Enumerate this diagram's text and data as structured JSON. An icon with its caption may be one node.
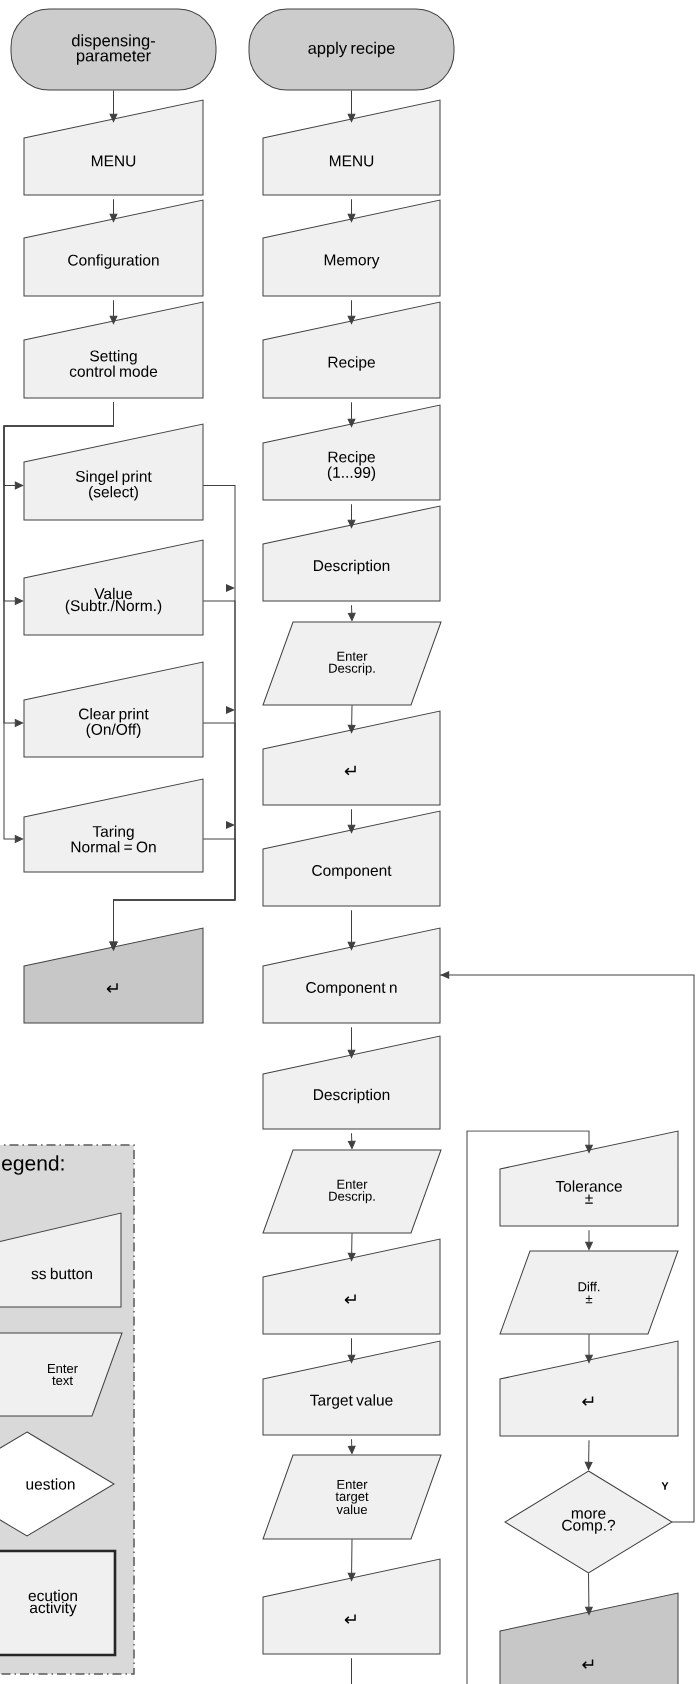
{
  "diagram": {
    "nodes": [
      {
        "text": [
          "dispensing-parameter"
        ]
      },
      {
        "text": [
          "MENU"
        ]
      },
      {
        "text": [
          "Configuration"
        ]
      },
      {
        "text": [
          "Setting control mode"
        ]
      },
      {
        "text": [
          "Singel print (select)"
        ]
      },
      {
        "text": [
          "Value (Subtr./Norm.)"
        ]
      },
      {
        "text": [
          "Clear print (On/Off)"
        ]
      },
      {
        "text": [
          "Taring Normal = On"
        ]
      },
      {
        "text": [
          "↵"
        ]
      },
      {
        "text": [
          "apply recipe"
        ]
      },
      {
        "text": [
          "MENU"
        ]
      },
      {
        "text": [
          "Memory"
        ]
      },
      {
        "text": [
          "Recipe"
        ]
      },
      {
        "text": [
          "Recipe (1...99)"
        ]
      },
      {
        "text": [
          "Description"
        ]
      },
      {
        "text": [
          "Enter Descrip."
        ]
      },
      {
        "text": [
          "↵"
        ]
      },
      {
        "text": [
          "Component"
        ]
      },
      {
        "text": [
          "Component n"
        ]
      },
      {
        "text": [
          "Description"
        ]
      },
      {
        "text": [
          "Enter Descrip."
        ]
      },
      {
        "text": [
          "↵"
        ]
      },
      {
        "text": [
          "Target value"
        ]
      },
      {
        "text": [
          "Enter target value"
        ]
      },
      {
        "text": [
          "↵"
        ]
      },
      {
        "text": [
          "Tolerance ±"
        ]
      },
      {
        "text": [
          "Diff. ±"
        ]
      },
      {
        "text": [
          "↵"
        ]
      },
      {
        "text": [
          "more Comp.?"
        ]
      },
      {
        "text": [
          "↵"
        ]
      },
      {
        "text": [
          "egend:"
        ]
      },
      {
        "text": [
          "ss button"
        ],
        "in": 30
      },
      {
        "text": [
          "Enter text"
        ],
        "in": 30
      },
      {
        "text": [
          "uestion"
        ],
        "in": 30
      },
      {
        "text": [
          "ecution activity"
        ],
        "in": 30
      }
    ],
    "edges": [
      {
        "from": 0,
        "to": 1,
        "arrow": "to"
      },
      {
        "from": 1,
        "to": 2,
        "arrow": "to"
      },
      {
        "from": 2,
        "to": 3,
        "arrow": "to"
      },
      {
        "from": 3,
        "to": 4,
        "arrow": "to"
      },
      {
        "from": 3,
        "to": 5,
        "arrow": "to"
      },
      {
        "from": 3,
        "to": 6,
        "arrow": "to"
      },
      {
        "from": 3,
        "to": 7,
        "arrow": "to"
      },
      {
        "from": 4,
        "to": 8,
        "arrow": "to"
      },
      {
        "from": 5,
        "to": 8,
        "arrow": "to"
      },
      {
        "from": 6,
        "to": 8,
        "arrow": "to"
      },
      {
        "from": 7,
        "to": 8,
        "arrow": "to"
      },
      {
        "from": 9,
        "to": 10,
        "arrow": "to"
      },
      {
        "from": 10,
        "to": 11,
        "arrow": "to"
      },
      {
        "from": 11,
        "to": 12,
        "arrow": "to"
      },
      {
        "from": 12,
        "to": 13,
        "arrow": "to"
      },
      {
        "from": 13,
        "to": 14,
        "arrow": "to"
      },
      {
        "from": 14,
        "to": 15,
        "arrow": "to"
      },
      {
        "from": 15,
        "to": 16,
        "arrow": "to"
      },
      {
        "from": 16,
        "to": 17,
        "arrow": "to"
      },
      {
        "from": 17,
        "to": 18,
        "arrow": "to"
      },
      {
        "from": 18,
        "to": 19,
        "arrow": "to"
      },
      {
        "from": 19,
        "to": 20,
        "arrow": "to"
      },
      {
        "from": 20,
        "to": 21,
        "arrow": "to"
      },
      {
        "from": 21,
        "to": 22,
        "arrow": "to"
      },
      {
        "from": 22,
        "to": 23,
        "arrow": "to"
      },
      {
        "from": 23,
        "to": 24,
        "arrow": "to"
      },
      {
        "from": 24,
        "to": 25,
        "arrow": "to"
      },
      {
        "from": 25,
        "to": 26,
        "arrow": "to"
      },
      {
        "from": 26,
        "to": 27,
        "arrow": "to"
      },
      {
        "from": 27,
        "to": 28,
        "arrow": "to"
      },
      {
        "from": 28,
        "to": 18,
        "arrow": "to",
        "label": "Y"
      },
      {
        "from": 28,
        "to": 29,
        "arrow": "to"
      }
    ]
  }
}
